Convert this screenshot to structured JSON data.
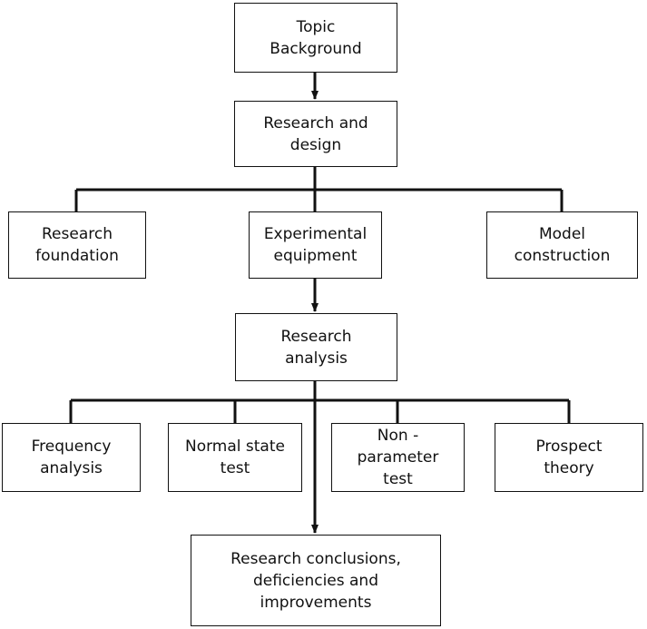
{
  "nodes": {
    "topic_background": "Topic\nBackground",
    "research_design": "Research and\ndesign",
    "research_foundation": "Research\nfoundation",
    "experimental_equipment": "Experimental\nequipment",
    "model_construction": "Model\nconstruction",
    "research_analysis": "Research\nanalysis",
    "frequency_analysis": "Frequency\nanalysis",
    "normal_state_test": "Normal state\ntest",
    "non_parameter_test": "Non -\nparameter\ntest",
    "prospect_theory": "Prospect\ntheory",
    "conclusions": "Research conclusions,\ndeficiencies and\nimprovements"
  },
  "colors": {
    "line": "#111111",
    "box_border": "#111111",
    "background": "#ffffff"
  }
}
